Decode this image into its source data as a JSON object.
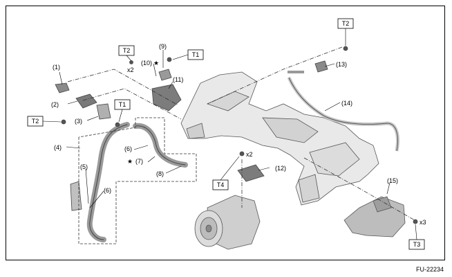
{
  "diagram": {
    "code": "FU-22234",
    "parts": [
      "(1)",
      "(2)",
      "(3)",
      "(4)",
      "(5)",
      "(6)",
      "(6)",
      "(7)",
      "(8)",
      "(9)",
      "(10)",
      "(11)",
      "(12)",
      "(13)",
      "(14)",
      "(15)"
    ],
    "torque_boxes": [
      "T1",
      "T1",
      "T2",
      "T2",
      "T2",
      "T3",
      "T4"
    ],
    "qty": [
      "x2",
      "x2",
      "x3"
    ],
    "star": "★"
  }
}
